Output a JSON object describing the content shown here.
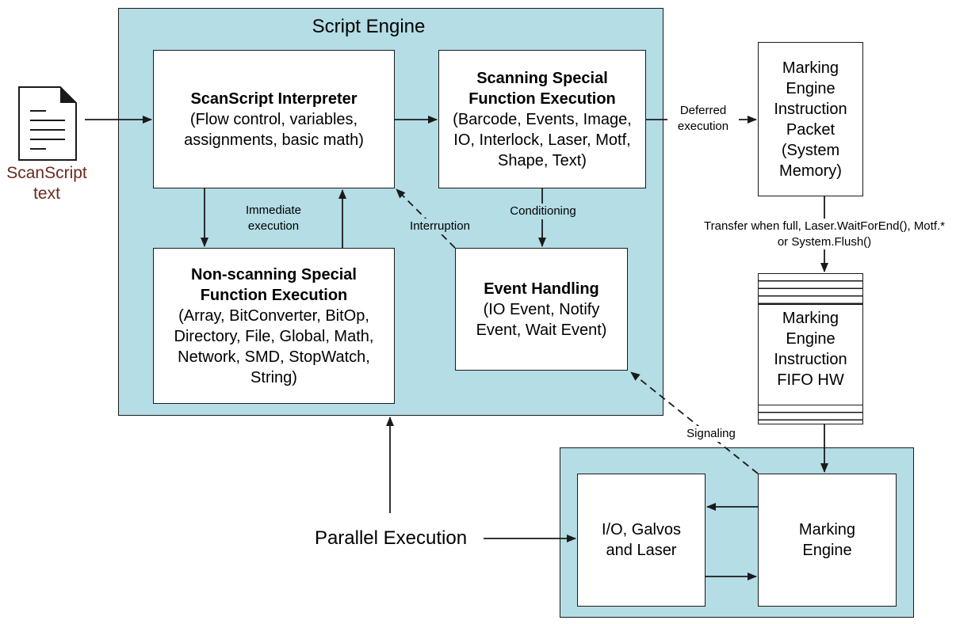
{
  "script_engine": {
    "title": "Script Engine",
    "interpreter": {
      "title": "ScanScript Interpreter",
      "body": "(Flow control, variables, assignments, basic math)"
    },
    "scanning": {
      "title": "Scanning Special Function Execution",
      "body": "(Barcode, Events, Image, IO, Interlock, Laser, Motf, Shape, Text)"
    },
    "non_scanning": {
      "title": "Non-scanning Special Function Execution",
      "body": "(Array, BitConverter, BitOp, Directory, File, Global, Math, Network, SMD, StopWatch, String)"
    },
    "event_handling": {
      "title": "Event Handling",
      "body": "(IO Event, Notify Event, Wait Event)"
    }
  },
  "input_doc": {
    "label": "ScanScript text"
  },
  "packet": {
    "label": "Marking Engine Instruction Packet (System Memory)"
  },
  "fifo": {
    "label": "Marking Engine Instruction FIFO HW"
  },
  "hardware": {
    "io": {
      "label": "I/O, Galvos and Laser"
    },
    "engine": {
      "label": "Marking Engine"
    }
  },
  "edges": {
    "immediate": "Immediate execution",
    "interruption": "Interruption",
    "conditioning": "Conditioning",
    "deferred": "Deferred execution",
    "transfer": "Transfer when full, Laser.WaitForEnd(), Motf.* or System.Flush()",
    "signaling": "Signaling",
    "parallel": "Parallel Execution"
  }
}
